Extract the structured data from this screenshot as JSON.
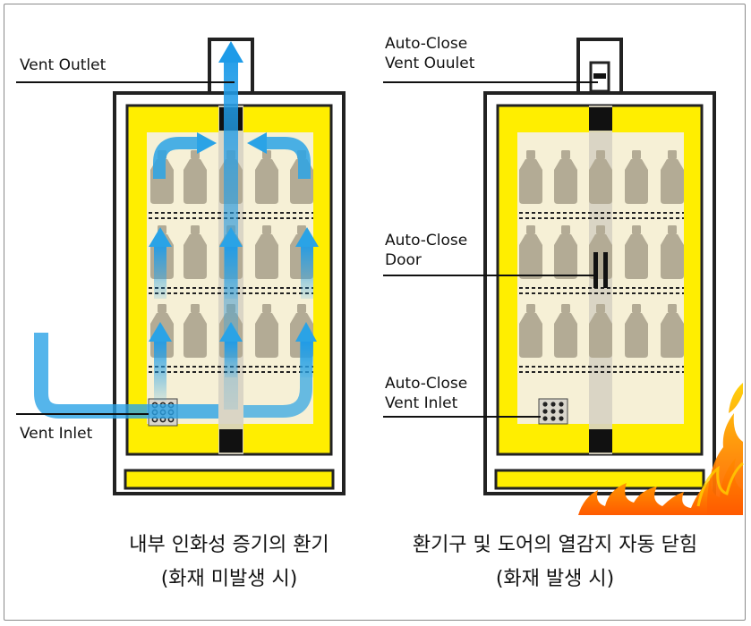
{
  "left_panel": {
    "label_vent_outlet": "Vent Outlet",
    "label_vent_inlet": "Vent Inlet",
    "caption_line1": "내부 인화성 증기의 환기",
    "caption_line2": "(화재 미발생 시)"
  },
  "right_panel": {
    "label_vent_outlet": "Auto-Close\nVent Ouulet",
    "label_door": "Auto-Close\nDoor",
    "label_vent_inlet": "Auto-Close\nVent Inlet",
    "caption_line1": "환기구 및 도어의 열감지 자동 닫힘",
    "caption_line2": "(화재 발생 시)"
  },
  "colors": {
    "cabinet_yellow": "#ffee00",
    "shelf_panel": "#f6f0d6",
    "bottle": "#b3ab95",
    "airflow": "#2aa3e6",
    "fire": "#ff7a00",
    "outline": "#222222"
  }
}
